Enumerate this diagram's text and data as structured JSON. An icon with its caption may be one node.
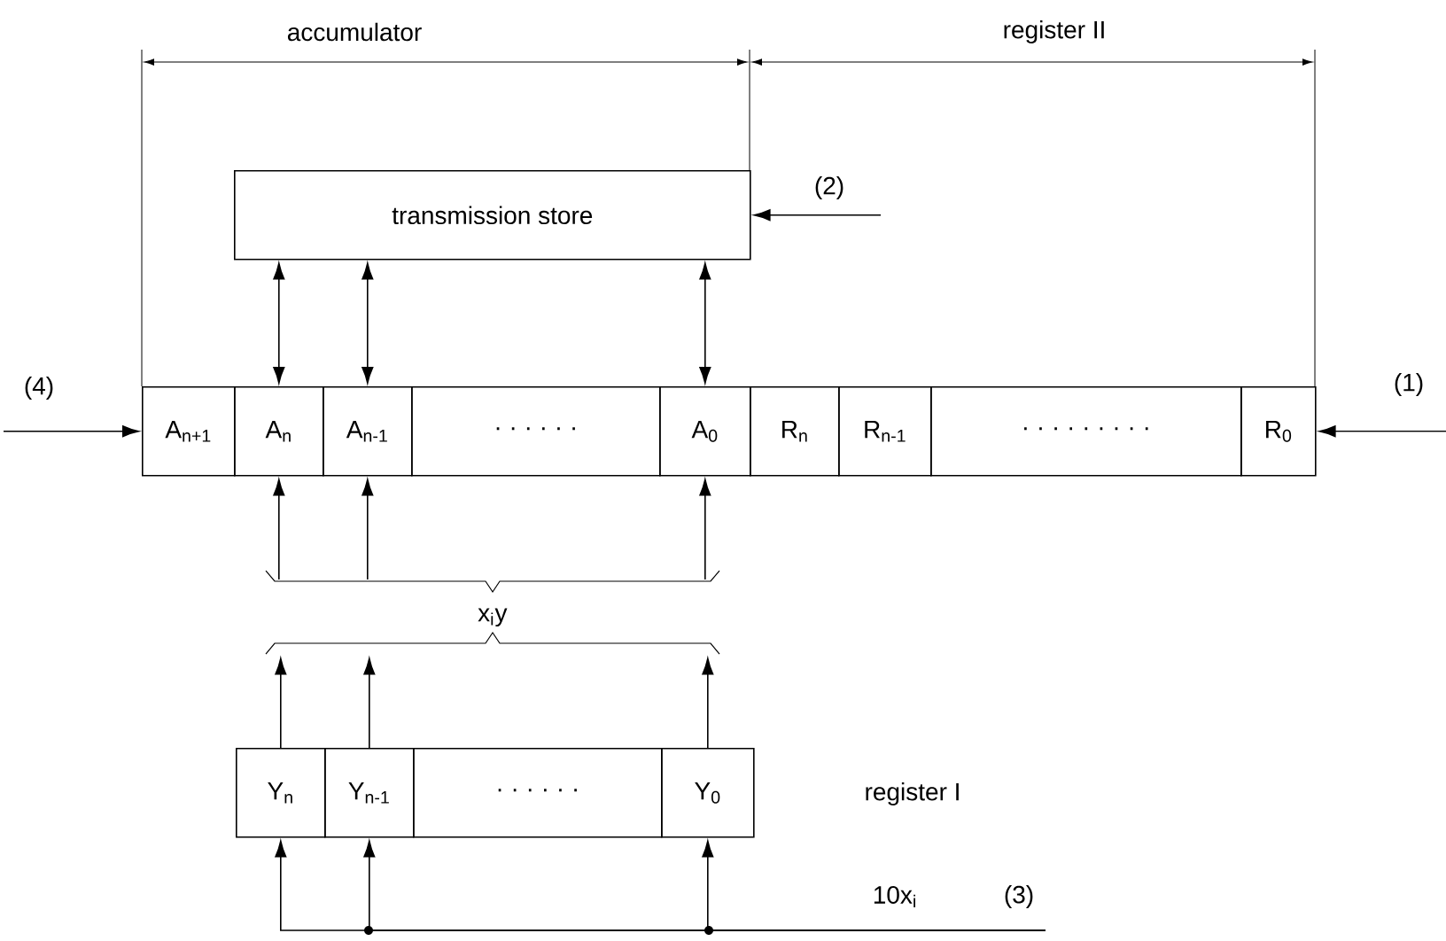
{
  "diagram": {
    "nodes": [
      {
        "text": [
          "transmission store"
        ]
      },
      {
        "text": [
          "A$_{n+1}$"
        ]
      },
      {
        "text": [
          "A$_{n}$"
        ]
      },
      {
        "text": [
          "A$_{n-1}$"
        ]
      },
      {
        "text": [
          "· · · · · ·"
        ]
      },
      {
        "text": [
          "A$_{0}$"
        ]
      },
      {
        "text": [
          "R$_{n}$"
        ]
      },
      {
        "text": [
          "R$_{n-1}$"
        ]
      },
      {
        "text": [
          "· · · · · · · · ·"
        ]
      },
      {
        "text": [
          "R$_{0}$"
        ]
      },
      {
        "text": [
          "Y$_{n}$"
        ]
      },
      {
        "text": [
          "Y$_{n-1}$"
        ]
      },
      {
        "text": [
          "· · · · · ·"
        ]
      },
      {
        "text": [
          "Y$_{0}$"
        ]
      },
      {
        "text": [
          "x$_{i}$y"
        ]
      }
    ],
    "edges": [
      {
        "from": null,
        "to": 0,
        "arrow": "to",
        "label": "(2)"
      },
      {
        "from": null,
        "to": 1,
        "arrow": "to",
        "label": "(4)"
      },
      {
        "from": null,
        "to": 9,
        "arrow": "to",
        "label": "(1)"
      },
      {
        "from": 0,
        "to": 2,
        "arrow": "both"
      },
      {
        "from": 0,
        "to": 3,
        "arrow": "both"
      },
      {
        "from": 0,
        "to": 5,
        "arrow": "both"
      },
      {
        "from": 14,
        "to": 2,
        "arrow": "to"
      },
      {
        "from": 14,
        "to": 3,
        "arrow": "to"
      },
      {
        "from": 14,
        "to": 5,
        "arrow": "to"
      },
      {
        "from": 10,
        "to": 14,
        "arrow": "to"
      },
      {
        "from": 11,
        "to": 14,
        "arrow": "to"
      },
      {
        "from": 13,
        "to": 14,
        "arrow": "to"
      },
      {
        "from": null,
        "to": 10,
        "arrow": "to",
        "label": "10x$_{i}$"
      },
      {
        "from": null,
        "to": 11,
        "arrow": "to"
      },
      {
        "from": null,
        "to": 13,
        "arrow": "to"
      }
    ],
    "labels": [
      "accumulator",
      "register II",
      "register I",
      "(3)"
    ]
  }
}
